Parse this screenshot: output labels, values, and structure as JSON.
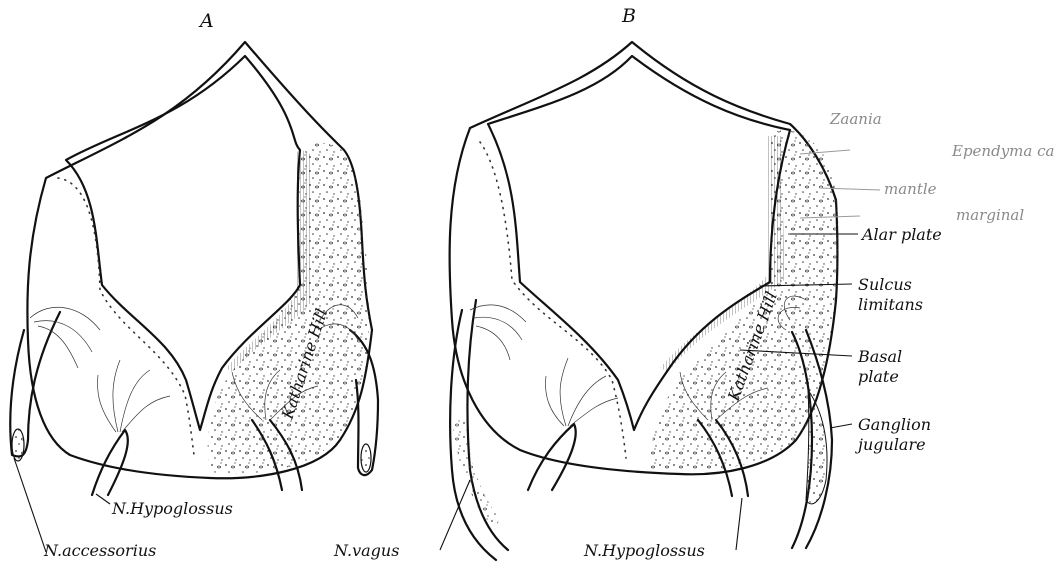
{
  "panels": {
    "a": {
      "label": "A"
    },
    "b": {
      "label": "B"
    }
  },
  "labels": {
    "hypoglossus_a": "N.Hypoglossus",
    "accessorius": "N.accessorius",
    "vagus": "N.vagus",
    "hypoglossus_b": "N.Hypoglossus",
    "alar_plate": "Alar plate",
    "sulcus_1": "Sulcus",
    "sulcus_2": "limitans",
    "basal_1": "Basal",
    "basal_2": "plate",
    "ganglion_1": "Ganglion",
    "ganglion_2": "jugulare"
  },
  "signatures": {
    "a": "Katharine Hill",
    "b": "Katharine Hill"
  },
  "handwritten_notes": {
    "note_1": "Zaania",
    "note_2": "Ependyma ca",
    "note_3": "mantle",
    "note_4": "marginal"
  },
  "colors": {
    "ink": "#111111",
    "pencil": "#8a8a8a",
    "background": "#ffffff"
  }
}
